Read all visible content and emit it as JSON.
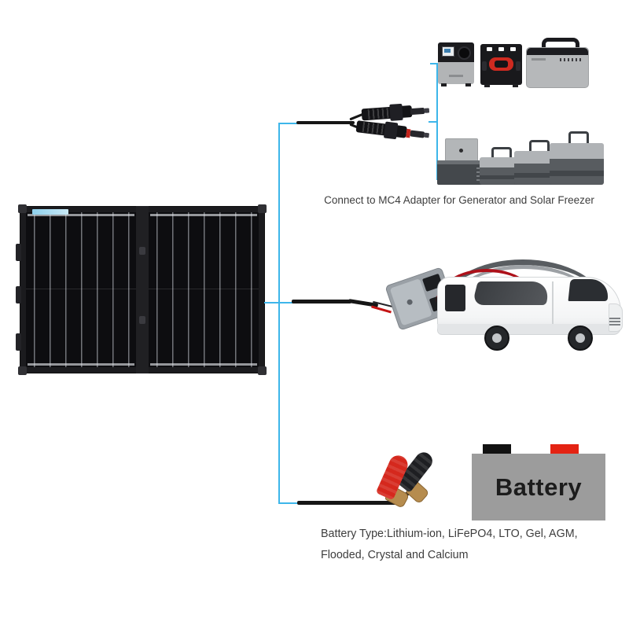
{
  "diagram": {
    "background": "#ffffff",
    "line_color": "#3db6ea",
    "text_color": "#3d3d3d"
  },
  "captions": {
    "generator_freezer": "Connect to MC4 Adapter for Generator and Solar Freezer",
    "battery_line1": "Battery Type:Lithium-ion, LiFePO4, LTO, Gel, AGM,",
    "battery_line2": "Flooded, Crystal and Calcium"
  },
  "battery": {
    "label": "Battery",
    "body_color": "#9c9c9c",
    "negative_terminal_color": "#121212",
    "positive_terminal_color": "#e42313"
  },
  "illustrations": {
    "solar_panel": "foldable-solar-panel-suitcase",
    "mc4_adapter": "mc4-y-branch-connectors",
    "generators": [
      "portable-power-station-with-display",
      "portable-power-station-with-red-panel",
      "portable-power-station-wide"
    ],
    "freezers": [
      "chest-freezer-open-lid",
      "portable-solar-freezer-small",
      "portable-solar-freezer-medium",
      "portable-solar-freezer-large"
    ],
    "rv": "white-motorhome-rv",
    "connector": "anderson-style-battery-connector",
    "clips": [
      "red-alligator-clip",
      "black-alligator-clip"
    ]
  }
}
